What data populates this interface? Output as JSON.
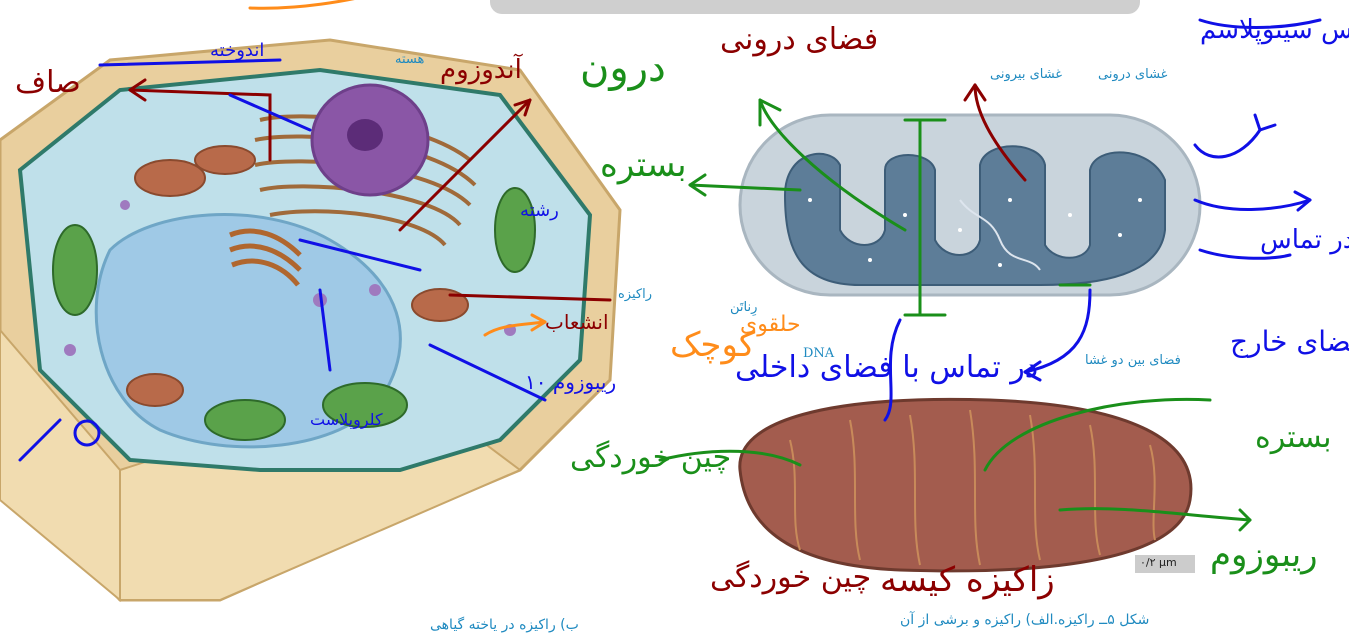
{
  "colors": {
    "cell_wall": "#e9cf9e",
    "cytoplasm": "#bfe0ea",
    "vacuole": "#9fc9e6",
    "nucleus": "#8a56a6",
    "mito_outer": "#c9d4dc",
    "mito_inner": "#5d7d98",
    "mito_micro": "#a35c4e",
    "ink_blue": "#1010e6",
    "ink_green": "#1a8f1a",
    "ink_red": "#8b0000",
    "ink_orange": "#ff8c1a",
    "label_blue": "#1f8ac0"
  },
  "labels": {
    "nucleus": "هسته",
    "mitochondrion": "راکیزه",
    "inner_membrane": "غشای درونی",
    "outer_membrane": "غشای بیرونی",
    "ribosome": "رِناتَن",
    "dna": "DNA",
    "intermembrane_space": "فضای بین دو غشا",
    "scale": "۰/۲ μm"
  },
  "captions": {
    "left": "ب) راکیزه در یاخته گیاهی",
    "right": "شکل ۵ــ راکیزه.الف) راکیزه و برشی از آن"
  },
  "handwriting": {
    "fazaye_daruni": "فضای درونی",
    "darun": "درون",
    "bastare": "بستره",
    "akhte_chahkhanand": "اندوخته",
    "hoguli": "حلقوی",
    "koochak": "کوچک",
    "dar_tamas_fazaye_dakheli": "در تماس با فضای داخلی",
    "chin_khordegi": "چین خوردگی",
    "zaaleye_kolli": "زاکیزه کیسه",
    "ribosome_ink": "ریبوزوم",
    "dar_tamas_sitoplasm": "در تماس سیتوپلاسم",
    "darhali": "در تماس",
    "ba_fazaye_kharej": "با فضای خارج",
    "bastare2": "بستره",
    "safha": "صاف",
    "ribosome_text": "ریبوزوم ۱۰",
    "kolorplast": "کلروپلاست",
    "rafti": "رشته",
    "ensheab": "انشعاب",
    "akhte": "آندوزوم"
  }
}
